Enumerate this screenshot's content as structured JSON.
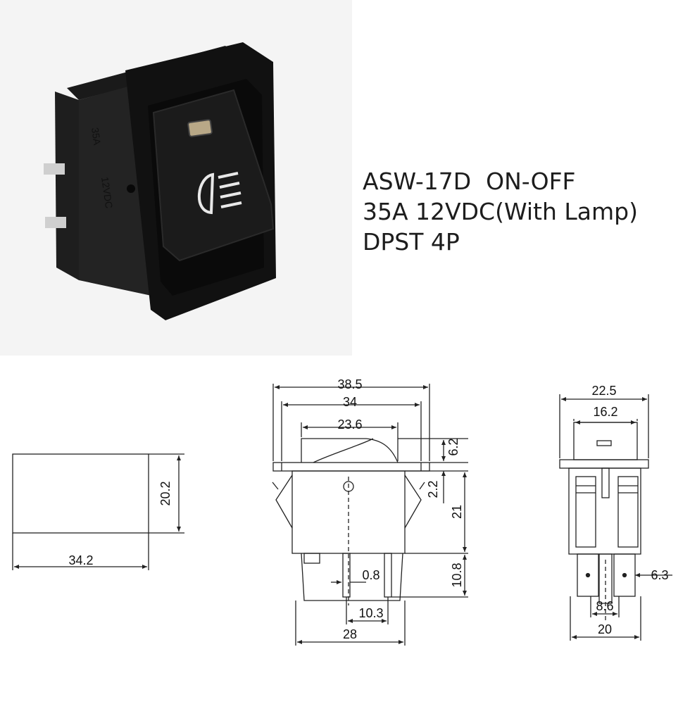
{
  "product": {
    "lines": [
      "ASW-17D  ON-OFF",
      "35A 12VDC(With Lamp)",
      "DPST 4P"
    ],
    "housing_print": [
      "35A",
      "12VDC"
    ],
    "switch_icon": "fog-light-icon"
  },
  "panel_cutout": {
    "width_label": "34.2",
    "height_label": "20.2"
  },
  "side_view": {
    "dims": {
      "overall_width": "38.5",
      "housing_width": "34",
      "rocker_width": "23.6",
      "rocker_height": "6.2",
      "bezel_thickness": "2.2",
      "body_height": "21",
      "terminal_length": "10.8",
      "terminal_thickness": "0.8",
      "terminal_pitch": "10.3",
      "base_width": "28"
    }
  },
  "end_view": {
    "dims": {
      "overall_width": "22.5",
      "inner_width": "16.2",
      "terminal_width": "6.3",
      "terminal_spacing": "8.6",
      "base_width": "20"
    }
  }
}
